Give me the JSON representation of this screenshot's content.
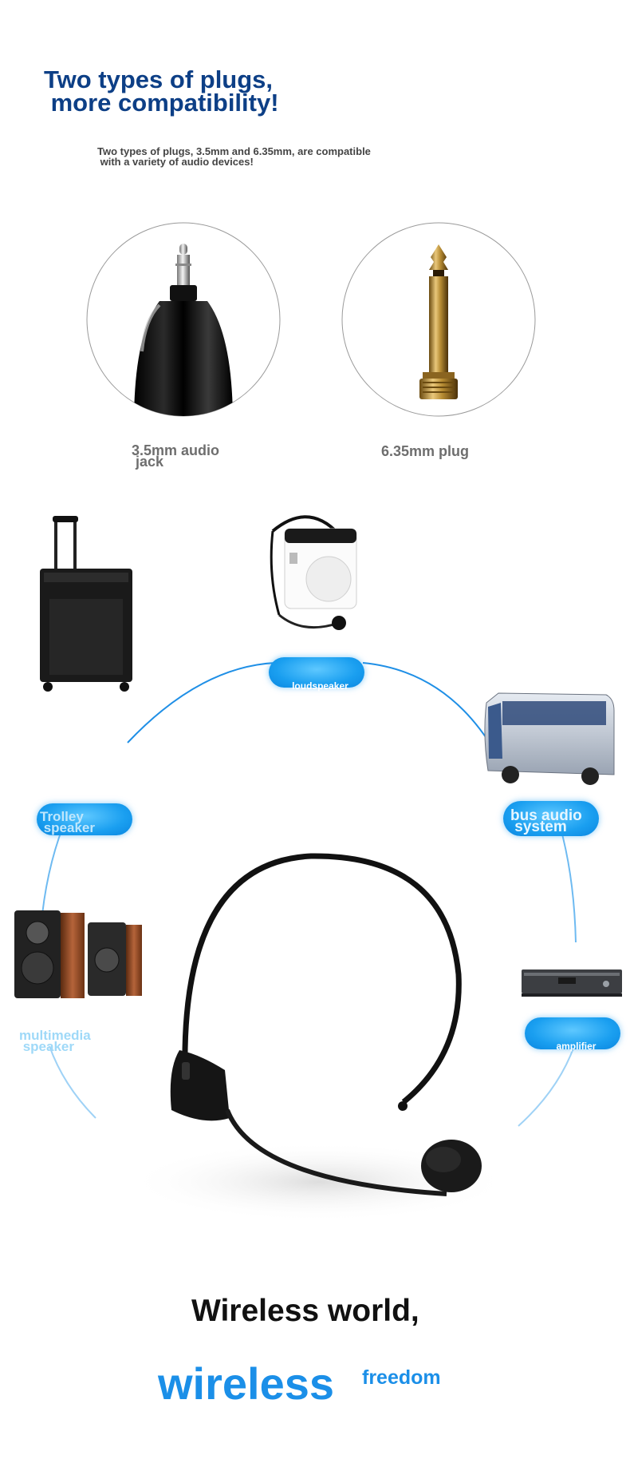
{
  "heading": {
    "title": "Two types of plugs,\n more compatibility!",
    "subtitle": "Two types of plugs, 3.5mm and 6.35mm, are compatible\n with a variety of audio devices!"
  },
  "plugs": [
    {
      "label": "3.5mm audio\n jack"
    },
    {
      "label": "6.35mm plug"
    }
  ],
  "devices": {
    "loudspeaker": "loudspeaker",
    "trolley": "Trolley\n speaker",
    "bus": "bus audio\n system",
    "multimedia": "multimedia\n speaker",
    "amplifier": "amplifier"
  },
  "slogan": {
    "line1": "Wireless world,",
    "big": "wireless",
    "small": "freedom"
  },
  "colors": {
    "title": "#0d3f86",
    "accent_blue": "#1b8fe8",
    "pill_blue": "#1a9ff0"
  }
}
